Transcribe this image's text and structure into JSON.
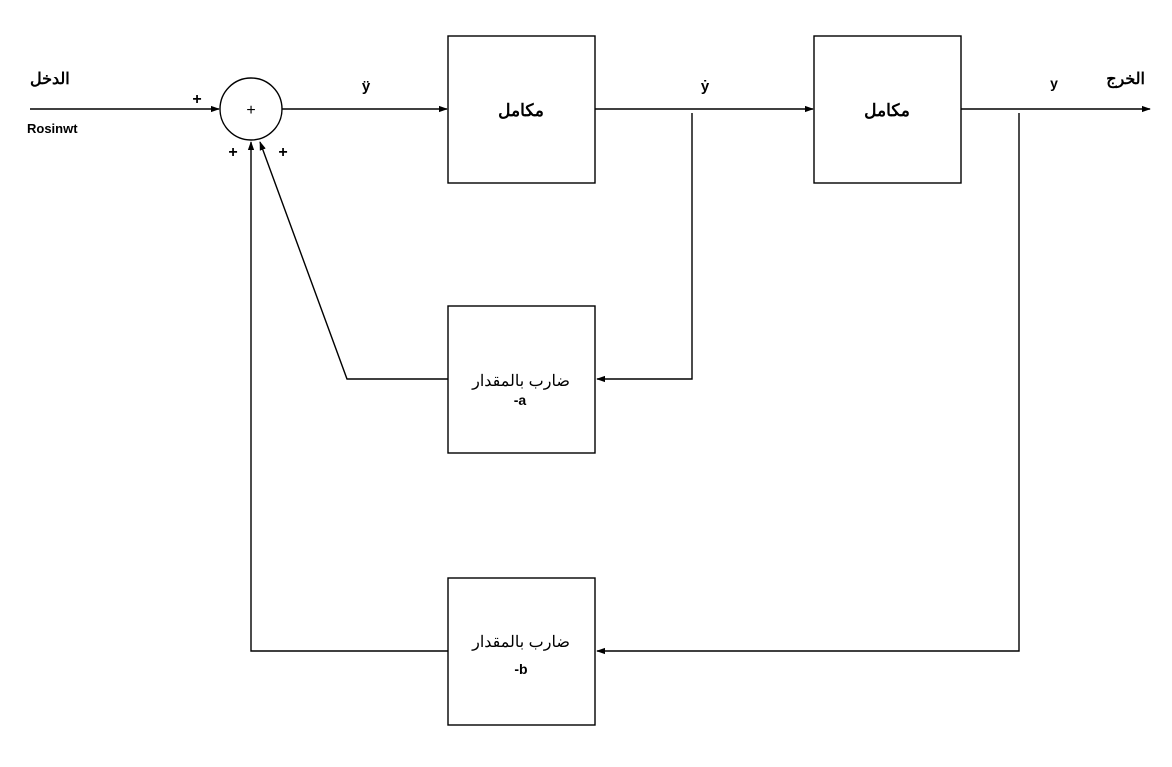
{
  "input": {
    "label": "الدخل",
    "signal": "Rosinwt"
  },
  "output": {
    "label": "الخرج",
    "signal": "y"
  },
  "summer": {
    "symbol": "+",
    "sign_input": "+",
    "sign_feedback_b": "+",
    "sign_feedback_a": "+"
  },
  "signals": {
    "accel": "ÿ",
    "velocity": "ẏ"
  },
  "blocks": {
    "integrator_1": {
      "label": "مكامل"
    },
    "integrator_2": {
      "label": "مكامل"
    },
    "gain_a": {
      "label": "ضارب بالمقدار",
      "value": "-a"
    },
    "gain_b": {
      "label": "ضارب بالمقدار",
      "value": "-b"
    }
  }
}
